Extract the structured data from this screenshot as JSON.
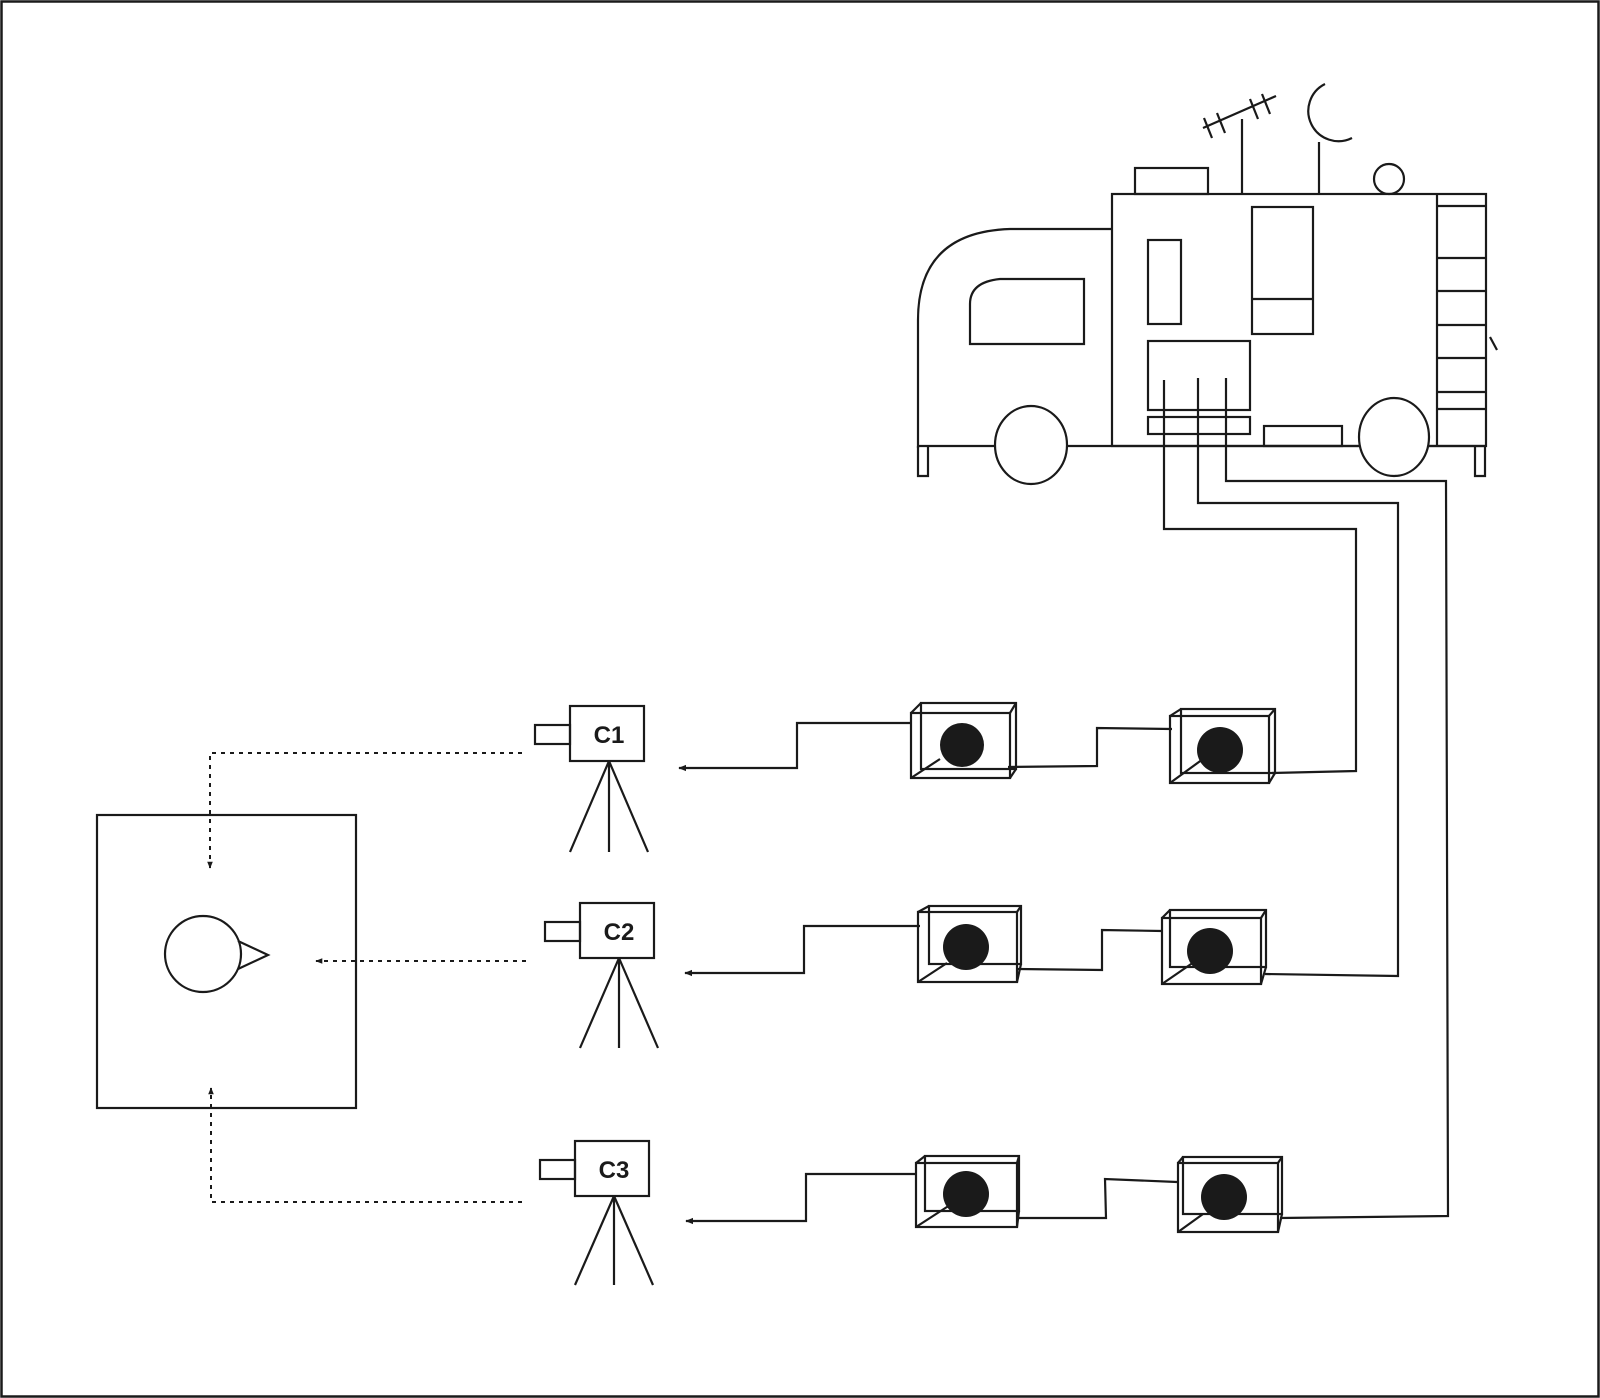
{
  "cameras": [
    {
      "id": "c1",
      "label": "C1"
    },
    {
      "id": "c2",
      "label": "C2"
    },
    {
      "id": "c3",
      "label": "C3"
    }
  ],
  "colors": {
    "stroke": "#1a1a1a",
    "fill": "#1a1a1a",
    "background": "#ffffff"
  },
  "icons": [
    "broadcast-truck-icon",
    "tv-antenna-icon",
    "satellite-dish-icon",
    "video-camera-icon",
    "tripod-icon",
    "light-box-icon",
    "subject-head-icon"
  ]
}
